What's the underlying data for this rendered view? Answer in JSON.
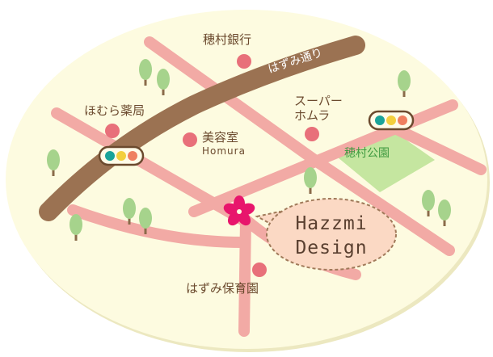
{
  "labels": {
    "bank": "穂村銀行",
    "street": "はずみ通り",
    "pharmacy": "ほむら薬局",
    "supermarket_line1": "スーパー",
    "supermarket_line2": "ホムラ",
    "salon_line1": "美容室",
    "salon_line2": "Homura",
    "park": "穂村公園",
    "nursery": "はずみ保育園"
  },
  "callout": {
    "line1": "Hazzmi",
    "line2": "Design"
  },
  "colors": {
    "ellipse_fill": "#fdfbe0",
    "ellipse_shadow": "#ece8c0",
    "road": "#f2aaa5",
    "main_street": "#9b7252",
    "poi": "#e8707a",
    "park": "#c5e6a0",
    "tree": "#a6d38c",
    "trunk": "#8a6b4a",
    "flower": "#e8156c",
    "callout_fill": "#fbd9c4",
    "callout_border": "#a07a5a",
    "light_green": "#1aa39a",
    "light_yellow": "#f3cf3e",
    "light_red": "#ef7f60"
  },
  "icons": [
    "traffic-light-icon",
    "tree-icon",
    "flower-icon"
  ]
}
